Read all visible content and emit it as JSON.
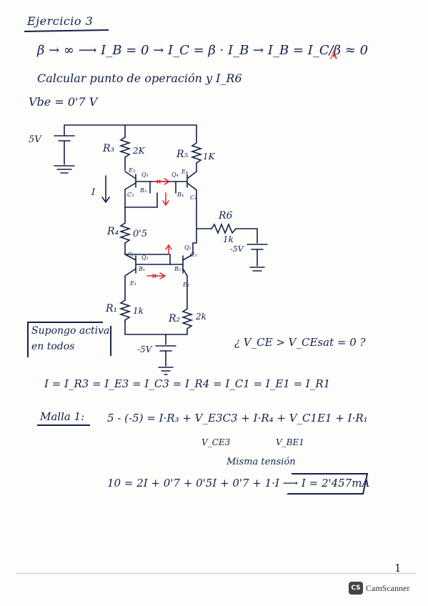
{
  "title": "Ejercicio 3",
  "line1": "β → ∞ ⟶ I_B = 0 → I_C = β · I_B → I_B = I_C/β ≈ 0",
  "red_mark": "A",
  "line2": "Calcular punto de operación y I_R6",
  "line3": "Vbe = 0'7 V",
  "circuit": {
    "supply_pos": "5V",
    "supply_neg_right": "-5V",
    "supply_neg_bottom": "-5V",
    "current": "I",
    "R3": "R₃",
    "R3_val": "2K",
    "R5": "R₅",
    "R5_val": "1K",
    "R6": "R6",
    "R6_val": "1k",
    "R4": "R₄",
    "R4_val": "0'5",
    "R1": "R₁",
    "R1_val": "1k",
    "R2": "R₂",
    "R2_val": "2k",
    "Q3": "Q₃",
    "Q4": "Q₄",
    "Q1": "Q₁",
    "Q2": "Q₂",
    "E3": "E₃",
    "E4": "E₄",
    "C3": "C₃",
    "C4": "C₄",
    "B3": "B₃",
    "B4": "B₄",
    "C1": "C₁",
    "C2": "C₂",
    "B1": "B₁",
    "B2": "B₂",
    "E1": "E₁",
    "E2": "E₂"
  },
  "assumption": "Supongo activa\nen todos",
  "vce_condition": "¿ V_CE > V_CEsat = 0 ?",
  "current_eq": "I = I_R3 = I_E3 = I_C3 = I_R4 = I_C1 = I_E1 = I_R1",
  "malla_label": "Malla 1:",
  "malla_eq": "5 - (-5) = I·R₃ + V_E3C3 + I·R₄ + V_C1E1 + I·R₁",
  "vce3_note": "V_CE3",
  "vbe1_note": "V_BE1",
  "misma_tension": "Misma tensión",
  "final_eq": "10 = 2I + 0'7 + 0'5I + 0'7 + 1·I ⟶ I = 2'457mA",
  "page_number": "1",
  "scanner": {
    "logo": "CS",
    "name": "CamScanner"
  },
  "colors": {
    "ink": "#13204a",
    "accent": "#d8262e"
  }
}
